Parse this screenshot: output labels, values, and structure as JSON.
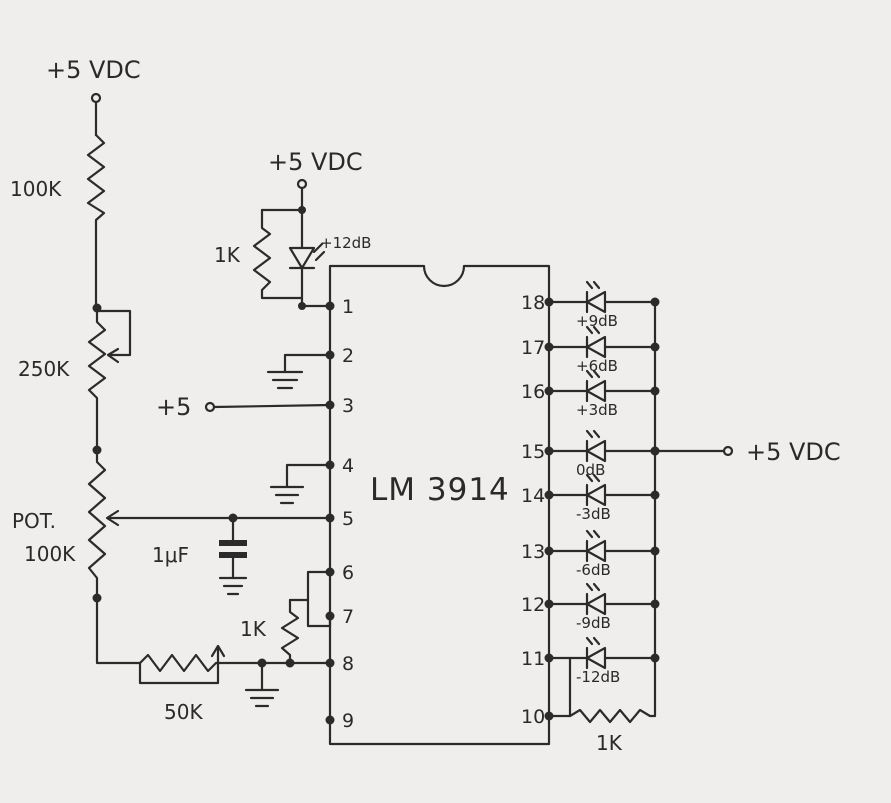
{
  "supply": {
    "top_left": "+5 VDC",
    "top_mid": "+5 VDC",
    "pin3": "+5",
    "right": "+5 VDC"
  },
  "chip": {
    "name": "LM 3914",
    "left_pins": [
      "1",
      "2",
      "3",
      "4",
      "5",
      "6",
      "7",
      "8",
      "9"
    ],
    "right_pins": [
      "18",
      "17",
      "16",
      "15",
      "14",
      "13",
      "12",
      "11",
      "10"
    ]
  },
  "components": {
    "r_top": "100K",
    "r_trim": "250K",
    "pot_line1": "POT.",
    "pot_line2": "100K",
    "cap": "1μF",
    "r_50k": "50K",
    "r_1k_led": "1K",
    "r_1k_pin7": "1K",
    "r_1k_bottom": "1K"
  },
  "leds": {
    "top_label": "+12dB",
    "right_labels": [
      "+9dB",
      "+6dB",
      "+3dB",
      "0dB",
      "-3dB",
      "-6dB",
      "-9dB",
      "-12dB"
    ]
  }
}
